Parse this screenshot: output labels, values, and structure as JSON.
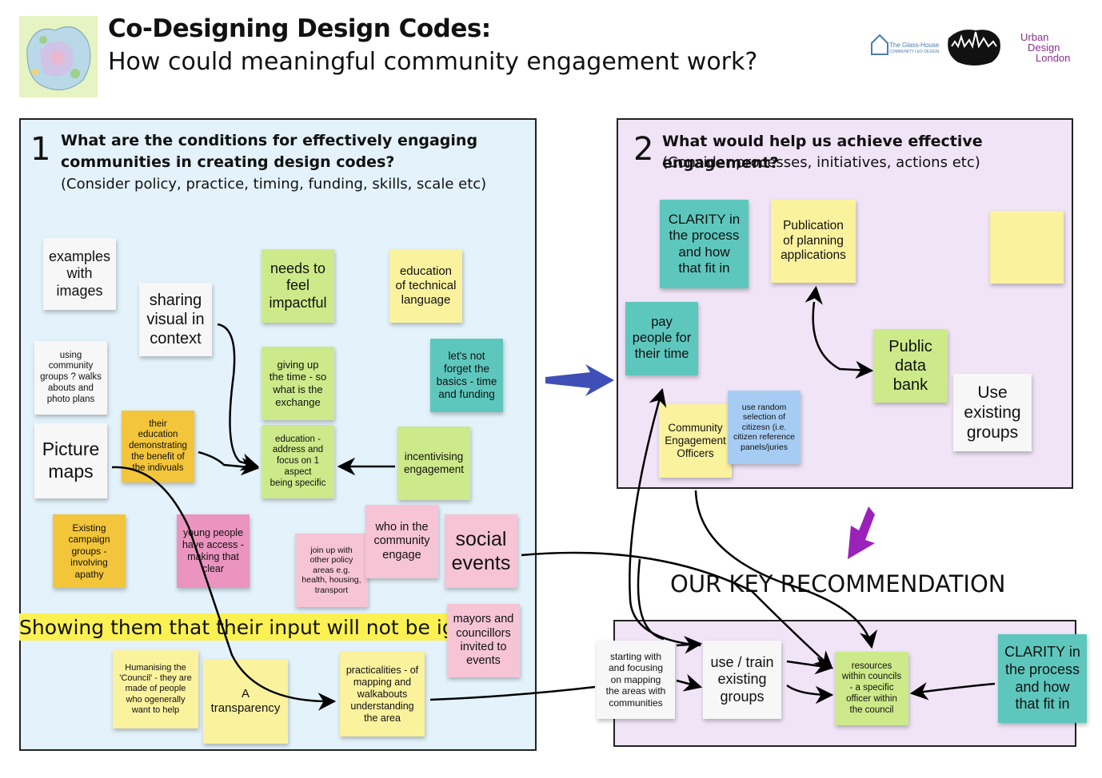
{
  "header": {
    "title": "Co-Designing Design Codes:",
    "subtitle": "How could meaningful community engagement work?"
  },
  "logos": {
    "glasshouse_line1": "The Glass-House",
    "glasshouse_line2": "COMMUNITY LED DESIGN",
    "udl_line1": "Urban",
    "udl_line2": "Design",
    "udl_line3": "London"
  },
  "section1": {
    "number": "1",
    "title_line1": "What are the conditions for effectively engaging",
    "title_line2": "communities in creating design codes?",
    "subtitle": "(Consider policy, practice, timing, funding, skills, scale etc)",
    "notes": [
      "examples\nwith\nimages",
      "sharing\nvisual in\ncontext",
      "needs to\nfeel\nimpactful",
      "education\nof technical\nlanguage",
      "using\ncommunity\ngroups ? walks\nabouts and\nphoto plans",
      "giving up\nthe time - so\nwhat is the\nexchange",
      "let's not\nforget the\nbasics - time\nand funding",
      "their\neducation\ndemonstrating\nthe benefit of\nthe indivuals",
      "Picture\nmaps",
      "education -\naddress and\nfocus on 1\naspect\nbeing specific",
      "incentivising\nengagement",
      "Existing\ncampaign\ngroups -\ninvolving\napathy",
      "young people\nhave access -\nmaking that\nclear",
      "join up with\nother policy\nareas e.g.\nhealth, housing,\ntransport",
      "who in the\ncommunity\nengage",
      "social\nevents",
      "mayors and\ncouncillors\ninvited to\nevents",
      "Humanising the\n'Council' - they are\nmade of people\nwho ogenerally\nwant to help",
      "A\ntransparency",
      "practicalities - of\nmapping and\nwalkabouts\nunderstanding\nthe area"
    ],
    "highlight": "Showing them that their input will not be ignored"
  },
  "section2": {
    "number": "2",
    "title": "What would help us achieve effective engagement?",
    "subtitle": "(Consider processes, initiatives, actions etc)",
    "notes": [
      "CLARITY in\nthe process\nand how\nthat fit in",
      "Publication\nof planning\napplications",
      "",
      "pay\npeople for\ntheir time",
      "Public\ndata\nbank",
      "Use\nexisting\ngroups",
      "Community\nEngagement\nOfficers",
      "use random\nselection of\ncitizesn (i.e.\ncitizen reference\npanels/juries"
    ]
  },
  "recommendation": {
    "heading": "OUR KEY RECOMMENDATION",
    "notes": [
      "starting with\nand focusing\non mapping\nthe areas with\ncommunities",
      "use / train\nexisting\ngroups",
      "resources\nwithin councils\n- a specific\nofficer within\nthe council",
      "CLARITY in\nthe process\nand how\nthat fit in"
    ]
  },
  "colors": {
    "section1_bg": "#e3f2fb",
    "section2_bg": "#f0e4f6",
    "blue_arrow": "#3e4fb8",
    "purple_arrow": "#9a22b8",
    "highlight": "#fbf152"
  }
}
